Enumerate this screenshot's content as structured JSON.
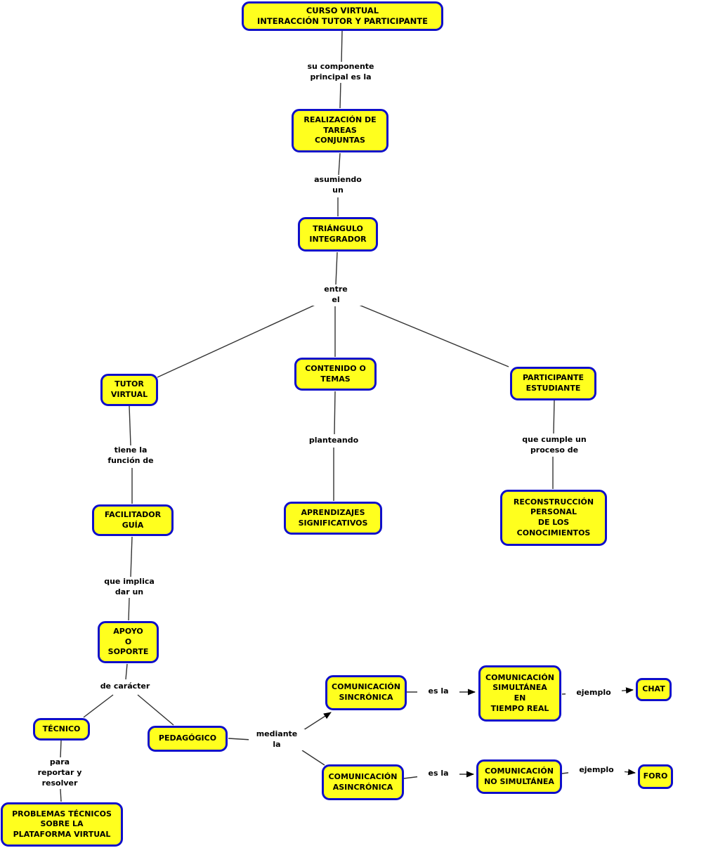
{
  "diagram": {
    "type": "concept-map",
    "background_color": "#ffffff",
    "node_fill_color": "#ffff1e",
    "node_border_color": "#0f0fca",
    "node_text_color": "#000000",
    "connector_color": "#333333"
  },
  "nodes": [
    {
      "id": "curso-virtual",
      "label": "CURSO VIRTUAL\nINTERACCIÓN TUTOR Y PARTICIPANTE"
    },
    {
      "id": "realizacion-tareas",
      "label": "REALIZACIÓN DE\nTAREAS\nCONJUNTAS"
    },
    {
      "id": "triangulo-integrador",
      "label": "TRIÁNGULO\nINTEGRADOR"
    },
    {
      "id": "tutor-virtual",
      "label": "TUTOR\nVIRTUAL"
    },
    {
      "id": "contenido-temas",
      "label": "CONTENIDO O\nTEMAS"
    },
    {
      "id": "participante-estudiante",
      "label": "PARTICIPANTE\nESTUDIANTE"
    },
    {
      "id": "facilitador-guia",
      "label": "FACILITADOR\nGUÍA"
    },
    {
      "id": "aprendizajes-significativos",
      "label": "APRENDIZAJES\nSIGNIFICATIVOS"
    },
    {
      "id": "reconstruccion-personal",
      "label": "RECONSTRUCCIÓN\nPERSONAL\nDE LOS\nCONOCIMIENTOS"
    },
    {
      "id": "apoyo-soporte",
      "label": "APOYO\nO\nSOPORTE"
    },
    {
      "id": "tecnico",
      "label": "TÉCNICO"
    },
    {
      "id": "pedagogico",
      "label": "PEDAGÓGICO"
    },
    {
      "id": "problemas-tecnicos",
      "label": "PROBLEMAS TÉCNICOS\nSOBRE LA\nPLATAFORMA VIRTUAL"
    },
    {
      "id": "comunicacion-sincronica",
      "label": "COMUNICACIÓN\nSINCRÓNICA"
    },
    {
      "id": "comunicacion-simultanea",
      "label": "COMUNICACIÓN\nSIMULTÁNEA\nEN\nTIEMPO REAL"
    },
    {
      "id": "chat",
      "label": "CHAT"
    },
    {
      "id": "comunicacion-asincronica",
      "label": "COMUNICACIÓN\nASINCRÓNICA"
    },
    {
      "id": "comunicacion-no-simultanea",
      "label": "COMUNICACIÓN\nNO SIMULTÁNEA"
    },
    {
      "id": "foro",
      "label": "FORO"
    }
  ],
  "link_labels": [
    {
      "id": "su-componente",
      "label": "su componente\nprincipal es la"
    },
    {
      "id": "asumiendo-un",
      "label": "asumiendo\nun"
    },
    {
      "id": "entre-el",
      "label": "entre\nel"
    },
    {
      "id": "tiene-la-funcion",
      "label": "tiene la\nfunción de"
    },
    {
      "id": "planteando",
      "label": "planteando"
    },
    {
      "id": "que-cumple",
      "label": "que cumple un\nproceso de"
    },
    {
      "id": "que-implica",
      "label": "que implica\ndar un"
    },
    {
      "id": "de-caracter",
      "label": "de carácter"
    },
    {
      "id": "para-reportar",
      "label": "para\nreportar y\nresolver"
    },
    {
      "id": "mediante-la",
      "label": "mediante\nla"
    },
    {
      "id": "es-la-sincronica",
      "label": "es la"
    },
    {
      "id": "es-la-asincronica",
      "label": "es la"
    },
    {
      "id": "ejemplo-chat",
      "label": "ejemplo"
    },
    {
      "id": "ejemplo-foro",
      "label": "ejemplo"
    }
  ]
}
